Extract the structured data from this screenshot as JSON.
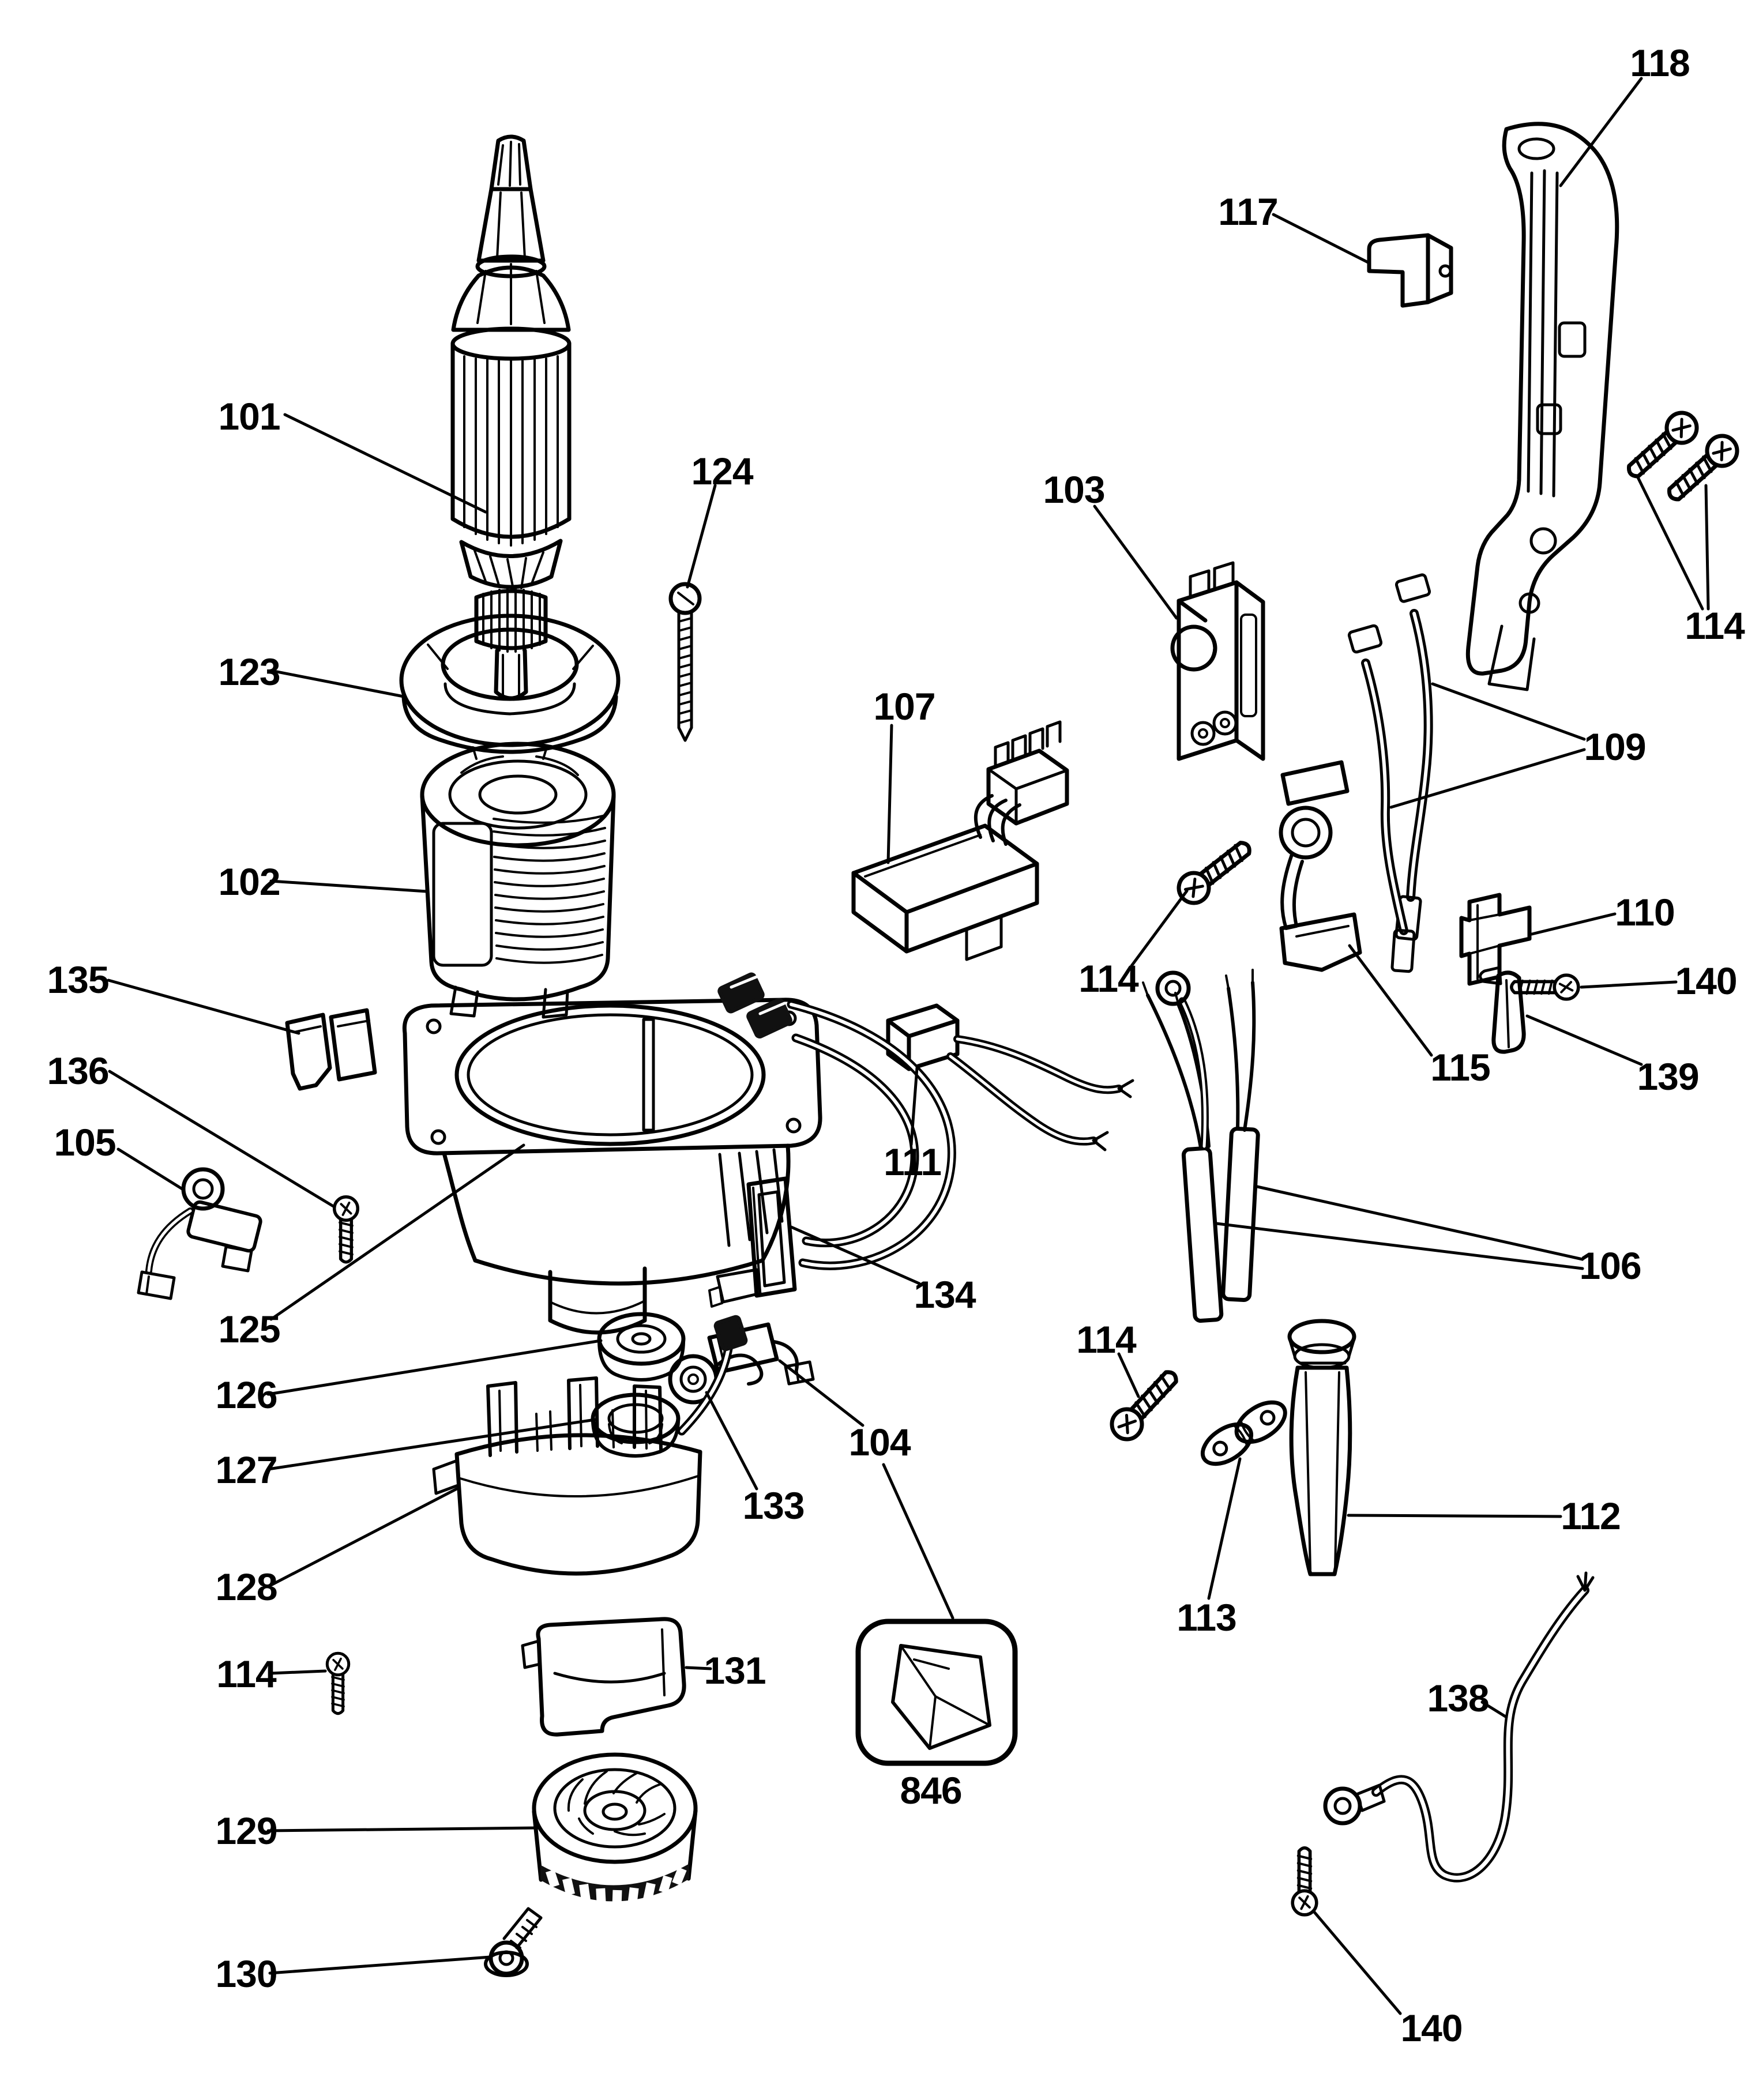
{
  "figure": {
    "kind": "exploded-parts-diagram",
    "style": {
      "background": "#ffffff",
      "ink": "#000000"
    },
    "labels": {
      "n101": "101",
      "n102": "102",
      "n103": "103",
      "n104": "104",
      "n105": "105",
      "n106": "106",
      "n107": "107",
      "n109": "109",
      "n110": "110",
      "n111": "111",
      "n112": "112",
      "n113": "113",
      "n114": "114",
      "n115": "115",
      "n117": "117",
      "n118": "118",
      "n123": "123",
      "n124": "124",
      "n125": "125",
      "n126": "126",
      "n127": "127",
      "n128": "128",
      "n129": "129",
      "n130": "130",
      "n131": "131",
      "n133": "133",
      "n134": "134",
      "n135": "135",
      "n136": "136",
      "n138": "138",
      "n139": "139",
      "n140": "140",
      "n846": "846"
    },
    "label_occurrences": {
      "114": 4,
      "140": 2
    }
  }
}
